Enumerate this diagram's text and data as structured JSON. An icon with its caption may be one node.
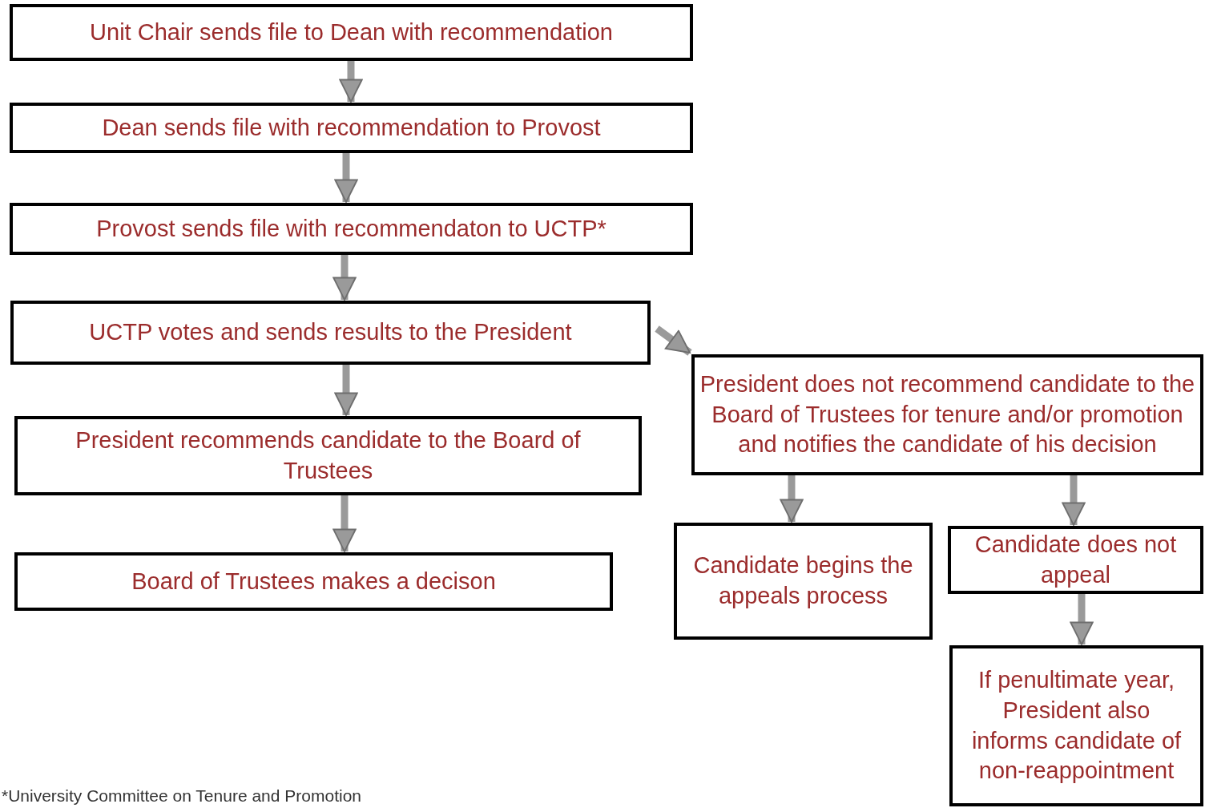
{
  "diagram": {
    "nodes": [
      {
        "text": [
          "Unit Chair sends file to Dean with recommendation"
        ]
      },
      {
        "text": [
          "Dean sends file with recommendation to Provost"
        ]
      },
      {
        "text": [
          "Provost sends file with recommendaton to UCTP*"
        ]
      },
      {
        "text": [
          "UCTP votes and sends results to the President"
        ]
      },
      {
        "text": [
          "President recommends candidate to the Board of Trustees"
        ]
      },
      {
        "text": [
          "Board of Trustees makes a decison"
        ]
      },
      {
        "text": [
          "President does not recommend candidate to the Board of Trustees for tenure and/or promotion and notifies the candidate of his decision"
        ]
      },
      {
        "text": [
          "Candidate begins the appeals process"
        ]
      },
      {
        "text": [
          "Candidate does not appeal"
        ]
      },
      {
        "text": [
          "If penultimate year, President also informs candidate of non-reappointment"
        ]
      }
    ],
    "edges": [
      {
        "from": 0,
        "to": 1,
        "arrow": "to"
      },
      {
        "from": 1,
        "to": 2,
        "arrow": "to"
      },
      {
        "from": 2,
        "to": 3,
        "arrow": "to"
      },
      {
        "from": 3,
        "to": 4,
        "arrow": "to"
      },
      {
        "from": 4,
        "to": 5,
        "arrow": "to"
      },
      {
        "from": 3,
        "to": 6,
        "arrow": "to"
      },
      {
        "from": 6,
        "to": 7,
        "arrow": "to"
      },
      {
        "from": 6,
        "to": 8,
        "arrow": "to"
      },
      {
        "from": 8,
        "to": 9,
        "arrow": "to"
      }
    ],
    "labels": [
      "*University Committee on Tenure and Promotion"
    ]
  }
}
